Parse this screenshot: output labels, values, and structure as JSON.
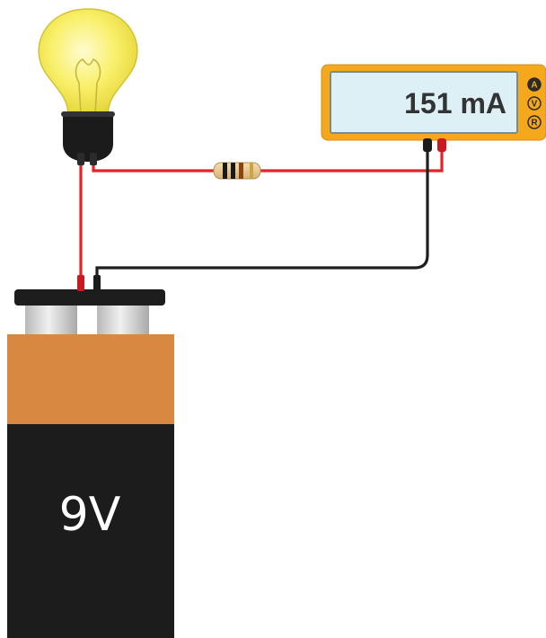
{
  "multimeter": {
    "reading": "151 mA",
    "modes": [
      "A",
      "V",
      "R"
    ],
    "active_mode": "A"
  },
  "battery": {
    "label": "9V"
  },
  "colors": {
    "red_wire": "#e2232a",
    "black_wire": "#1f1f1f",
    "meter_body": "#f6a81c",
    "meter_screen": "#ddf0f6",
    "battery_top": "#d98841",
    "battery_body": "#1c1c1c",
    "bulb_glass": "#f9f06a"
  }
}
